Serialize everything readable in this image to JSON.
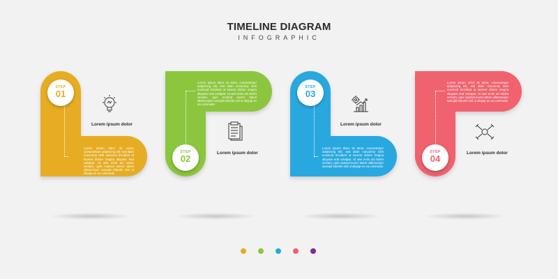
{
  "header": {
    "title": "TIMELINE DIAGRAM",
    "subtitle": "INFOGRAPHIC"
  },
  "steps": [
    {
      "label": "STEP",
      "number": "01",
      "color": "#e6ad24",
      "icon": "lightbulb-icon",
      "icon_label": "Lorem ipsum dolor",
      "text": "Lorem ipsum dolor sit amet, consectetuer adipiscing elit, sed diam nonummy nibh euismod tincidunt ut laoreet dolore magna aliquam erat volutpat. Ut wisi enim ad minim veniam, quis nostrud exerci tation ullamcorper suscipit lobortis nisl ut aliquip ex ea commodo"
    },
    {
      "label": "STEP",
      "number": "02",
      "color": "#8cc63f",
      "icon": "clipboard-icon",
      "icon_label": "Lorem ipsum dolor",
      "text": "Lorem ipsum dolor sit amet, consectetuer adipiscing elit, sed diam nonummy nibh euismod tincidunt ut laoreet dolore magna aliquam erat volutpat. Ut wisi enim ad minim veniam, quis nostrud exerci tation ullamcorper suscipit lobortis nisl ut aliquip ex ea commodo"
    },
    {
      "label": "STEP",
      "number": "03",
      "color": "#29a8e0",
      "icon": "growth-chart-gear-icon",
      "icon_label": "Lorem ipsum dolor",
      "text": "Lorem ipsum dolor sit amet, consectetuer adipiscing elit, sed diam nonummy nibh euismod tincidunt ut laoreet dolore magna aliquam erat volutpat. Ut wisi enim ad minim veniam, quis nostrud exerci tation ullamcorper suscipit lobortis nisl ut aliquip ex ea commodo"
    },
    {
      "label": "STEP",
      "number": "04",
      "color": "#f0626e",
      "icon": "teamwork-hands-icon",
      "icon_label": "Lorem ipsum dolor",
      "text": "Lorem ipsum dolor sit amet, consectetuer adipiscing elit, sed diam nonummy nibh euismod tincidunt ut laoreet dolore magna aliquam erat volutpat. Ut wisi enim ad minim veniam, quis nostrud exerci tation ullamcorper suscipit lobortis nisl ut aliquip ex ea commodo"
    }
  ],
  "pagination_dots": [
    "#e6ad24",
    "#8cc63f",
    "#29a8e0",
    "#f0626e",
    "#7b2f8e"
  ]
}
